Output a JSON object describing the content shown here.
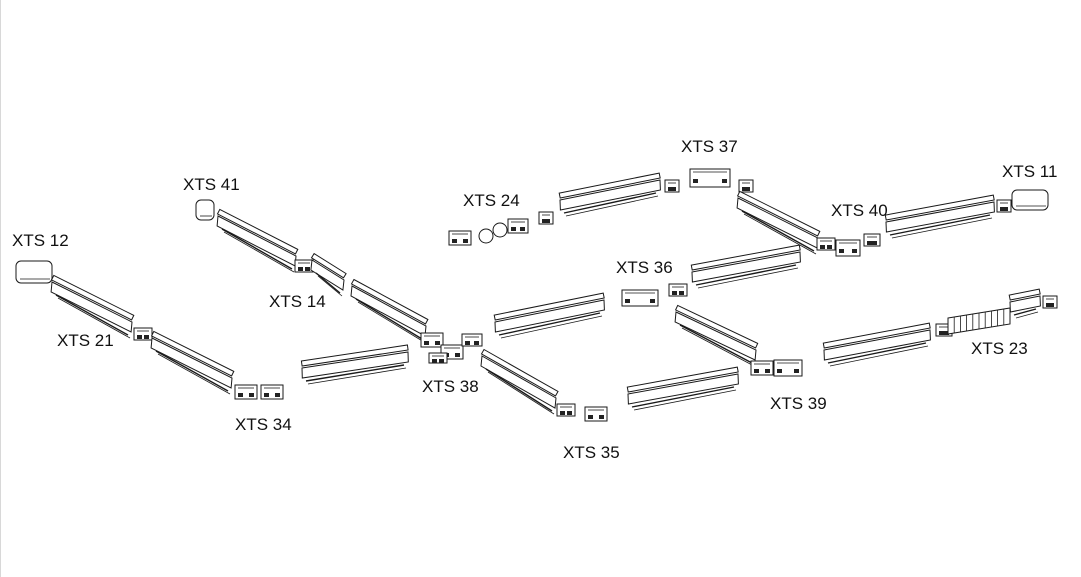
{
  "diagram": {
    "line_color": "#1a1a1a",
    "fill_color": "#ffffff",
    "labels": {
      "xts12": "XTS 12",
      "xts21": "XTS 21",
      "xts34": "XTS 34",
      "xts41": "XTS 41",
      "xts14": "XTS 14",
      "xts38": "XTS 38",
      "xts35": "XTS 35",
      "xts24": "XTS 24",
      "xts37": "XTS 37",
      "xts36": "XTS 36",
      "xts40": "XTS 40",
      "xts11": "XTS 11",
      "xts39": "XTS 39",
      "xts23": "XTS 23"
    }
  }
}
